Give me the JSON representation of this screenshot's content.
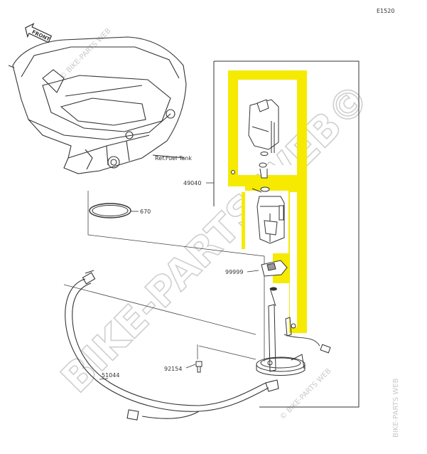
{
  "diagram": {
    "code": "E1520",
    "front_label": "FRONT",
    "labels": {
      "ref_fuel_tank": "Ref.Fuel Tank",
      "part_670": "670",
      "part_49040": "49040",
      "part_99999": "99999",
      "part_92154": "92154",
      "part_51044": "51044"
    },
    "watermark": {
      "main": "BIKE-PARTS WEB©",
      "small_top": "© BIKE-PARTS WEB",
      "small_bottom": "© BIKE-PARTS WEB",
      "small_right": "BIKE-PARTS WEB"
    },
    "colors": {
      "highlight": "#f5ea00",
      "line": "#333333"
    }
  }
}
